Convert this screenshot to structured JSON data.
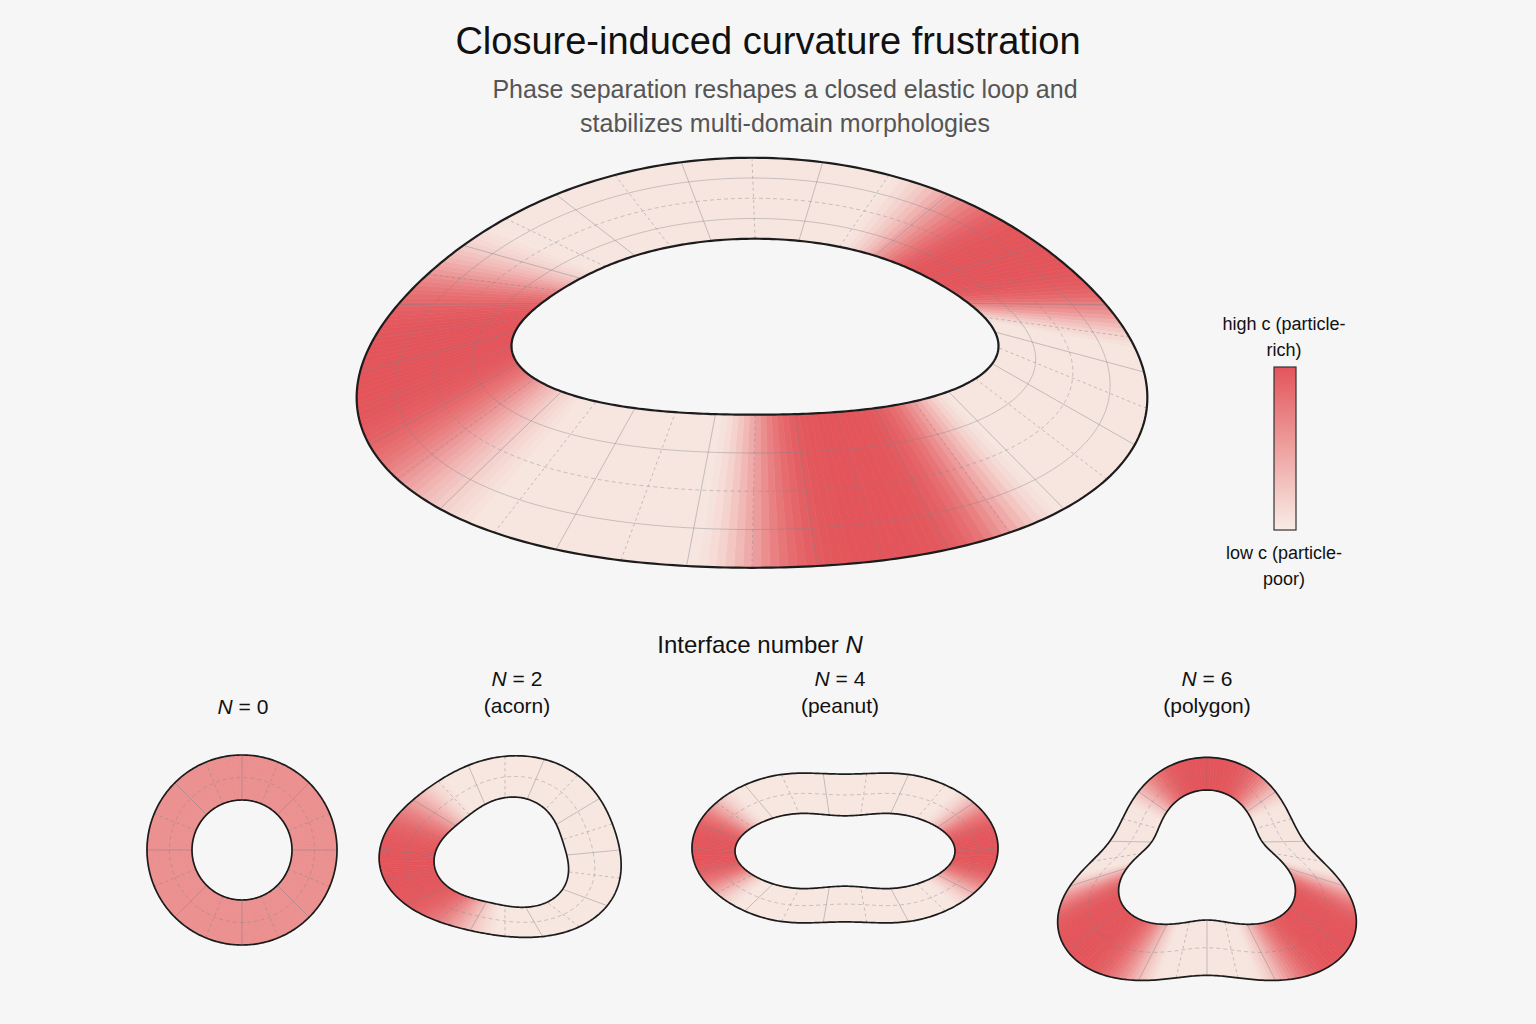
{
  "diagram": {
    "title": "Closure-induced curvature frustration",
    "labels": [
      "Phase separation reshapes a closed elastic loop and stabilizes multi-domain morphologies",
      "Interface number N",
      "N = 0",
      "N = 2",
      "(acorn)",
      "N = 4",
      "(peanut)",
      "N = 6",
      "(polygon)"
    ],
    "legend": [
      {
        "text": "high c (particle-rich)",
        "color": "#e3555a"
      },
      {
        "text": "low c (particle-poor)",
        "color": "#f8ede6"
      }
    ]
  }
}
